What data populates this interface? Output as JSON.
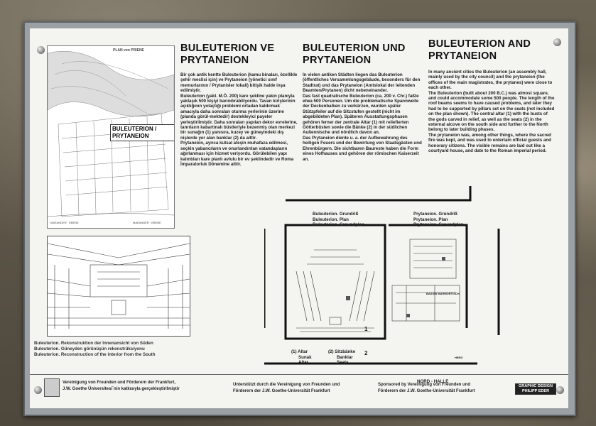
{
  "titles": {
    "tr": "BULEUTERION VE PRYTANEION",
    "de": "BULEUTERION UND PRYTANEION",
    "en": "BULEUTERION AND PRYTANEION"
  },
  "map": {
    "heading": "PLAN von PRIENE",
    "label": "BULEUTERION / PRYTANEION",
    "river_left": "MAEANDER · EBENE",
    "river_right": "MAEANDER · EBENE"
  },
  "text_tr": [
    "Bir çok antik kentte Buleuterion (kamu binaları, özellikle şehir meclisi için) ve Prytaneion (yönetici sınıf memurlarının / Prytanisler lokali) bitişik halde inşa edilmiştir.",
    "Buleuterion (yakl. M.Ö. 200) kare şekline yakın planıyla yaklaşık 500 kişiyi barındırabiliyordu. Tavan kirişlerinin açıklığının yolaçtığı problemi ortadan kaldırmak amacıyla daha sonraları oturma yerlerinin üzerine (planda görül-mektedir) destekleyici payeler yerleştirilmiştir. Daha sonraları yapılan dekor evrelerine, tanrıların kabartmalı büstleriyle bezenmiş olan merkezi bir sunağın (1) yanısıra, kuzey ve güneyindeki dış nişlerde yer alan banklar (2) da aittir.",
    "Prytaneion, ayrıca kutsal ateşin muhafaza edilmesi, seçkin yabancıların ve onurlandırılan vatandaşların ağırlanması için hizmet veriyordu. Görülebilen yapı kalıntıları kare planlı avlulu bir ev şeklindedir ve Roma İmparatorluk Dönemine aittir."
  ],
  "text_de": [
    "In vielen antiken Städten liegen das Buleuterion (öffentliches Versammlungsgebäude, besonders für den Stadtrat) und das Prytaneion (Amtslokal der leitenden Beamten/Prytanen) dicht nebeneinander.",
    "Das fast quadratische Buleuterion (ca. 200 v. Chr.) faßte etwa 500 Personen. Um die problematische Spannweite der Deckenbalken zu verkürzen, wurden später Stützpfeiler auf die Sitzstufen gestellt (nicht im abgebildeten Plan). Späteren Ausstattungsphasen gehören ferner der zentrale Altar (1) mit reliefierten Götterbüsten sowie die Bänke (2) in der südlichen Außennische und nördlich davon an.",
    "Das Prytaneion diente u. a. der Aufbewahrung des heiligen Feuers und der Bewirtung von Staatsgästen und Ehrenbürgern. Die sichtbaren Baureste haben die Form eines Hofhauses und gehören der römischen Kaiserzeit an."
  ],
  "text_en": [
    "In many ancient cities the Buleuterion (an assembly hall, mainly used by the city council) and the prytaneion (the offices of the main magistrates, the prytanes) were close to each other.",
    "The Buleuterion (built about 200 B.C.) was almost square, and could accommodate some 500 people. The length of the roof beams seems to have caused problems, and later they had to be supported by pillars set on the seats (not included on the plan shown). The central altar (1) with the busts of the gods carved in relief, as well as the seats (2) in the external alcove on the south side and further to the North belong to later building phases.",
    "The prytaneion was, among other things, where the sacred fire was kept, and was used to entertain official guests and honorary citizens. The visible remains are laid out like a courtyard house, and date to the Roman imperial period."
  ],
  "recon_caption": [
    "Buleuterion. Rekonstruktion der Innenansicht von Süden",
    "Buleuterion. Güneyden görünüşün rekonstrüksiyonu",
    "Buleuterion. Reconstruction of the interior from the South"
  ],
  "plan_labels": {
    "bul": [
      "Buleuterion. Grundriß",
      "Buleuterion. Plan",
      "Buleuterion. Groundplan"
    ],
    "pry": [
      "Prytaneion. Grundriß",
      "Prytaneion. Plan",
      "Prytaneion. Groundplan"
    ],
    "nord": "NORD - HALLE",
    "bassin": "BASSIN  MARMORTISCH",
    "herd": "HERD",
    "one": "1",
    "two": "2"
  },
  "legend": {
    "a": [
      "(1) Altar",
      "Sunak",
      "Altar"
    ],
    "b": [
      "(2) Sitzbänke",
      "Banklar",
      "Seats"
    ]
  },
  "footer": {
    "left": [
      "Vereinigung von Freunden und Förderern der Frankfurt,",
      "J.W. Goethe Üniversitesi`nin katkısıyla gerçekleştirilmiştir"
    ],
    "mid": [
      "Unterstützt durch die Vereinigung von Freunden und",
      "Förderern der J.W. Goethe-Universität Frankfurt"
    ],
    "right": [
      "Sponsored by Vereinigung von Freunden und",
      "Förderern der J.W. Goethe-Universität Frankfurt"
    ],
    "credit": [
      "GRAPHIC DESIGN",
      "PHILIPP EDER"
    ]
  }
}
